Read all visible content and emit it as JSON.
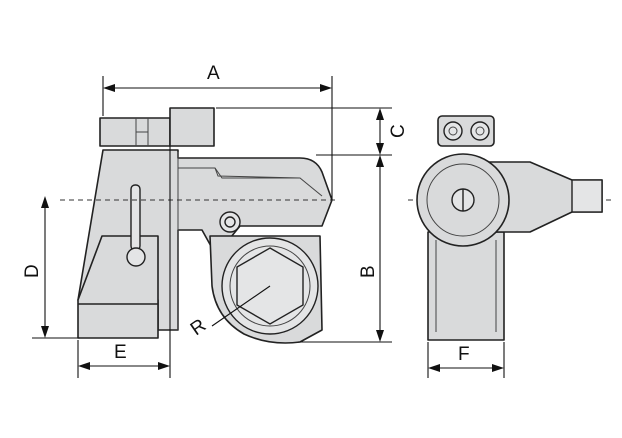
{
  "dimensions": {
    "A": "A",
    "B": "B",
    "C": "C",
    "D": "D",
    "E": "E",
    "F": "F",
    "R": "R"
  }
}
